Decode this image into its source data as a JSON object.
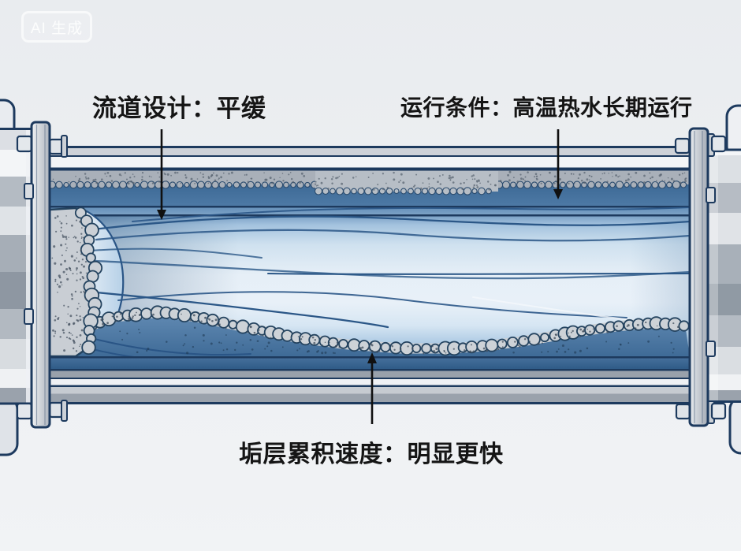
{
  "watermark": {
    "label": "AI 生成"
  },
  "annotations": {
    "flow_design": {
      "label": "流道设计：平缓"
    },
    "operating_condition": {
      "label": "运行条件：高温热水长期运行"
    },
    "scale_rate": {
      "label": "垢层累积速度：明显更快"
    }
  },
  "palette": {
    "background": "#edeff2",
    "outline_navy": "#1d3a5e",
    "steel_blue_band": "#3f6b97",
    "water_light": "#e7f0f8",
    "water_medium": "#7da3c7",
    "scale_gray": "#c9ced4",
    "pipe_gray": "#b4bbc3",
    "label_text": "#151515",
    "arrow": "#101010"
  }
}
